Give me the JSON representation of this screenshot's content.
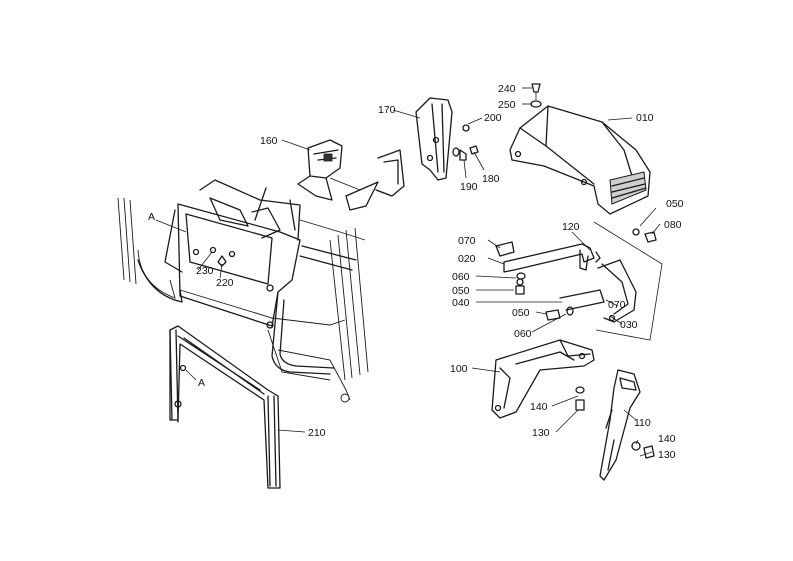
{
  "labels": {
    "p010": "010",
    "p020": "020",
    "p030": "030",
    "p040": "040",
    "p050a": "050",
    "p050b": "050",
    "p050c": "050",
    "p060a": "060",
    "p060b": "060",
    "p070a": "070",
    "p070b": "070",
    "p080": "080",
    "p100": "100",
    "p110": "110",
    "p120": "120",
    "p130a": "130",
    "p130b": "130",
    "p140a": "140",
    "p140b": "140",
    "p160": "160",
    "p170": "170",
    "p180": "180",
    "p190": "190",
    "p200": "200",
    "p210": "210",
    "p220": "220",
    "p230": "230",
    "p240": "240",
    "p250": "250",
    "refA1": "A",
    "refA2": "A"
  }
}
